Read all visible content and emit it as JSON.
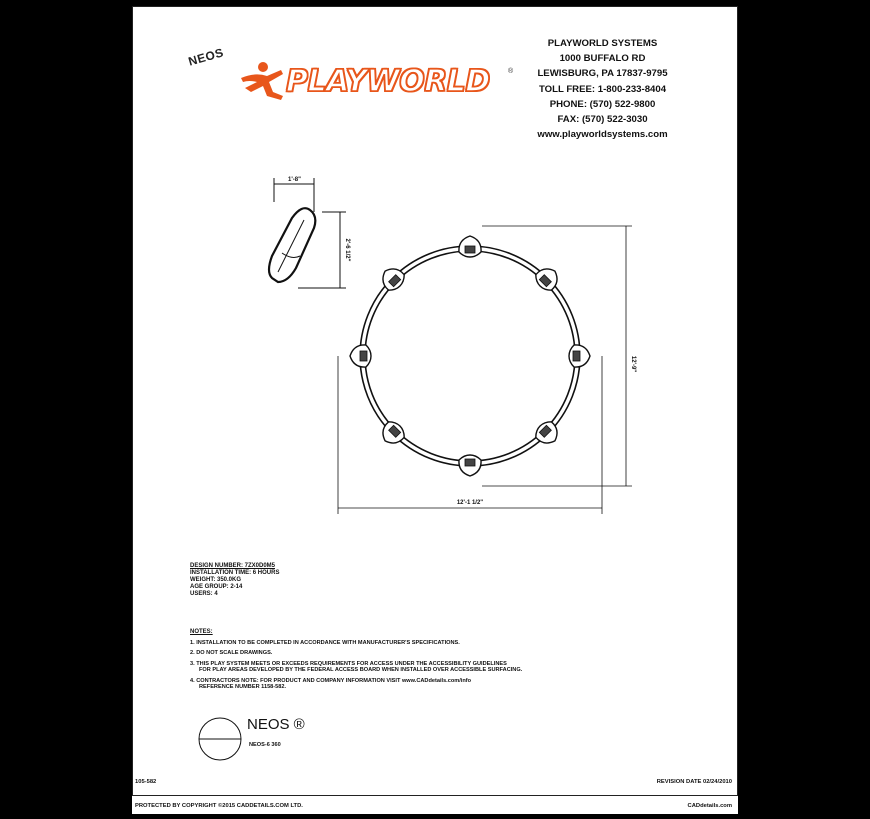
{
  "header": {
    "neos_tag": "NEOS",
    "logo_text": "PLAYWORLD",
    "logo_registered": "®",
    "address_lines": [
      "PLAYWORLD SYSTEMS",
      "1000 BUFFALO RD",
      "LEWISBURG, PA 17837-9795",
      "TOLL FREE: 1-800-233-8404",
      "PHONE: (570) 522-9800",
      "FAX: (570) 522-3030",
      "www.playworldsystems.com"
    ]
  },
  "drawing": {
    "small_width_dim": "1'-8\"",
    "small_height_dim": "2'-6 1/2\"",
    "ring_height_dim": "12'-9\"",
    "ring_width_dim": "12'-1 1/2\""
  },
  "specs": {
    "design_number": "DESIGN NUMBER: 7ZX0D0M5",
    "installation_time": "INSTALLATION TIME: 6 HOURS",
    "weight": "WEIGHT: 350.0KG",
    "age_group": "AGE GROUP: 2-14",
    "users": "USERS: 4"
  },
  "notes": {
    "title": "NOTES:",
    "items": [
      "1. INSTALLATION TO BE COMPLETED IN ACCORDANCE WITH MANUFACTURER'S SPECIFICATIONS.",
      "2. DO NOT SCALE DRAWINGS.",
      "3. THIS PLAY SYSTEM MEETS OR EXCEEDS REQUIREMENTS FOR ACCESS UNDER THE ACCESSIBILITY GUIDELINES",
      "FOR PLAY AREAS DEVELOPED BY THE FEDERAL ACCESS BOARD WHEN INSTALLED OVER ACCESSIBLE SURFACING.",
      "4. CONTRACTORS NOTE: FOR PRODUCT AND COMPANY INFORMATION VISIT www.CADdetails.com/info",
      "REFERENCE NUMBER 1158-582."
    ]
  },
  "brand": {
    "name": "NEOS ®",
    "model": "NEOS-6  360"
  },
  "footer": {
    "sheet_number": "105-582",
    "revision": "REVISION DATE 02/24/2010",
    "copyright": "PROTECTED BY COPYRIGHT ©2015 CADDETAILS.COM LTD.",
    "site": "CADdetails.com"
  },
  "colors": {
    "logo_orange": "#e8561b",
    "ink": "#111111",
    "page": "#ffffff",
    "background": "#000000"
  }
}
